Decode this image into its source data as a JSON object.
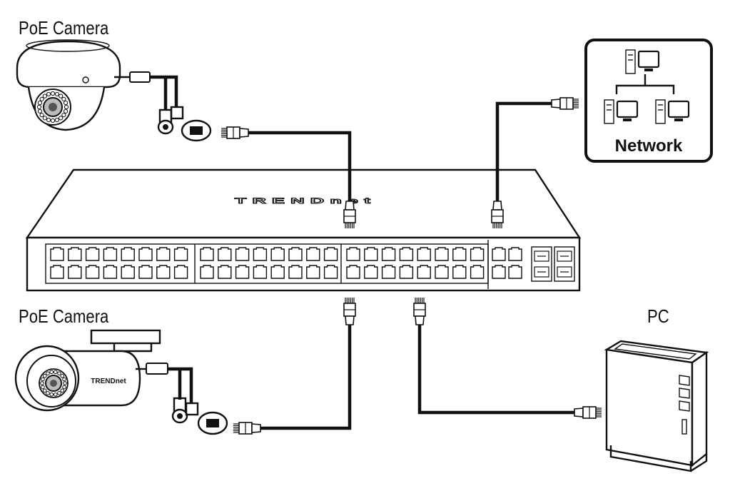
{
  "labels": {
    "poe_camera_top": "PoE Camera",
    "poe_camera_bottom": "PoE Camera",
    "pc": "PC",
    "network": "Network"
  },
  "switch": {
    "brand": "TRENDnet",
    "rj45_port_count": 48,
    "uplink_rj45_ports": 4,
    "sfp_slots": 4
  },
  "bullet_camera_brand": "TRENDnet",
  "colors": {
    "line": "#111111",
    "background": "#ffffff"
  }
}
